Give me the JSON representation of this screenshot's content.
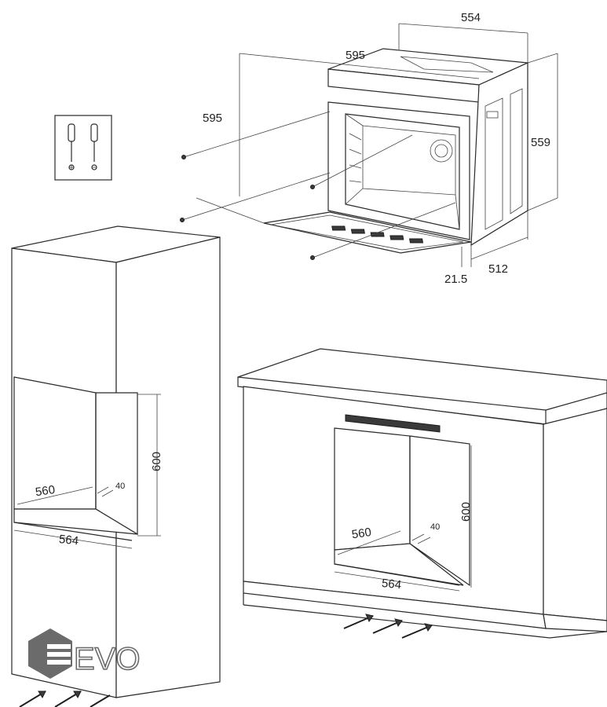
{
  "oven_dimensions": {
    "top_depth": "554",
    "top_width": "595",
    "height": "595",
    "side_height": "559",
    "depth": "512",
    "door_thickness": "21.5"
  },
  "tall_cabinet": {
    "opening_height": "600",
    "inner_width": "560",
    "outer_width": "564",
    "vent_depth": "40"
  },
  "base_cabinet": {
    "opening_height": "600",
    "inner_width": "560",
    "outer_width": "564",
    "vent_depth": "40"
  },
  "logo": {
    "text": "EVO",
    "color": "#6b6b6b"
  }
}
